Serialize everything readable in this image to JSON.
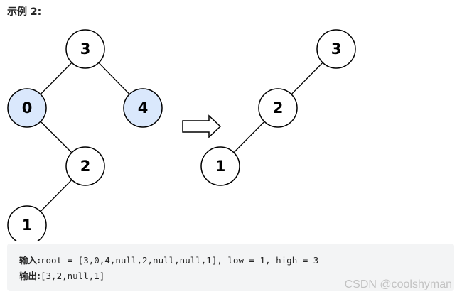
{
  "heading": "示例 2:",
  "input_tree": {
    "nodes": [
      {
        "id": "n3",
        "label": "3",
        "highlighted": false
      },
      {
        "id": "n0",
        "label": "0",
        "highlighted": true
      },
      {
        "id": "n4",
        "label": "4",
        "highlighted": true
      },
      {
        "id": "n2",
        "label": "2",
        "highlighted": false
      },
      {
        "id": "n1",
        "label": "1",
        "highlighted": false
      }
    ],
    "edges": [
      [
        "n3",
        "n0"
      ],
      [
        "n3",
        "n4"
      ],
      [
        "n0",
        "n2"
      ],
      [
        "n2",
        "n1"
      ]
    ]
  },
  "output_tree": {
    "nodes": [
      {
        "id": "m3",
        "label": "3",
        "highlighted": false
      },
      {
        "id": "m2",
        "label": "2",
        "highlighted": false
      },
      {
        "id": "m1",
        "label": "1",
        "highlighted": false
      }
    ],
    "edges": [
      [
        "m3",
        "m2"
      ],
      [
        "m2",
        "m1"
      ]
    ]
  },
  "arrow_icon": "right-outline-arrow",
  "colors": {
    "node_fill": "#ffffff",
    "highlight_fill": "#dae8fc",
    "stroke": "#000000",
    "code_bg": "#f3f4f5",
    "watermark": "#c2c2c2"
  },
  "example": {
    "input_label": "输入:",
    "input_value": "root = [3,0,4,null,2,null,null,1], low = 1, high = 3",
    "output_label": "输出:",
    "output_value": "[3,2,null,1]"
  },
  "watermark": "CSDN @coolshyman"
}
